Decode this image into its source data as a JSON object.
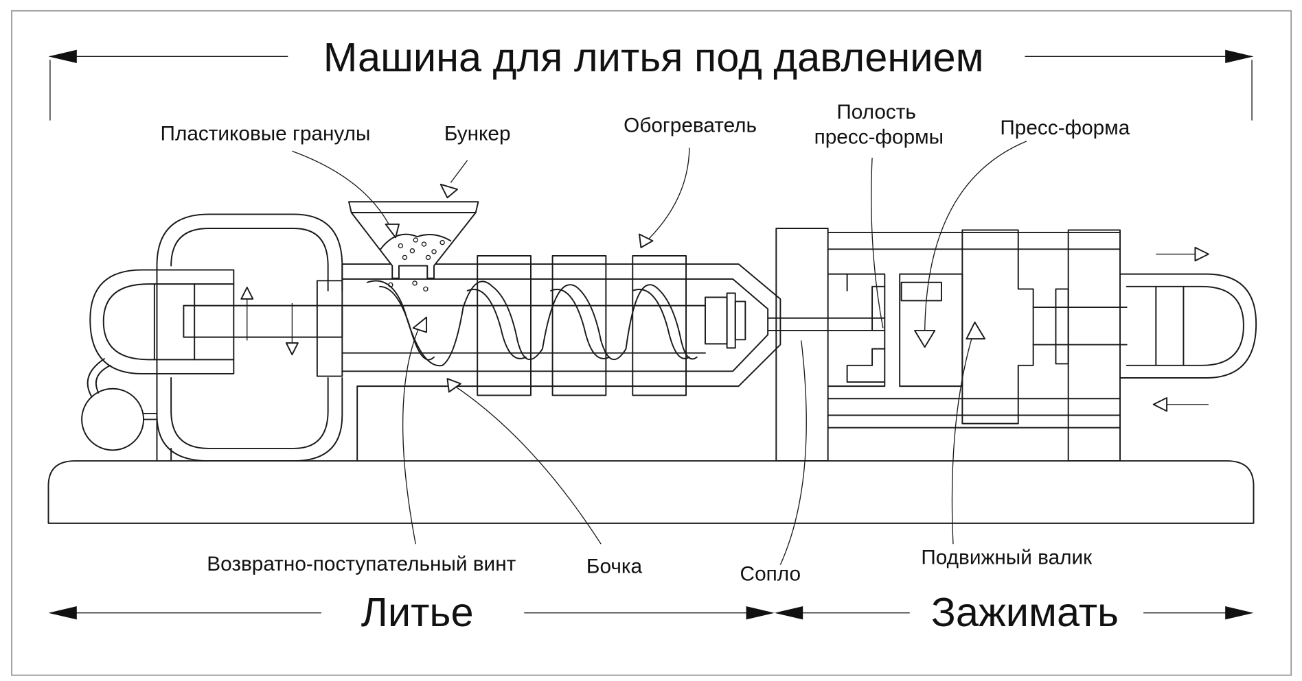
{
  "title": "Машина для литья под давлением",
  "labels": {
    "plastic_granules": "Пластиковые гранулы",
    "hopper": "Бункер",
    "heater": "Обогреватель",
    "mold_cavity_line1": "Полость",
    "mold_cavity_line2": "пресс-формы",
    "mold": "Пресс-форма",
    "reciprocating_screw": "Возвратно-поступательный винт",
    "barrel": "Бочка",
    "nozzle": "Сопло",
    "movable_platen": "Подвижный валик"
  },
  "sections": {
    "injection": "Литье",
    "clamping": "Зажимать"
  },
  "colors": {
    "line": "#1a1a1a",
    "background": "#ffffff",
    "frame": "#999999"
  }
}
